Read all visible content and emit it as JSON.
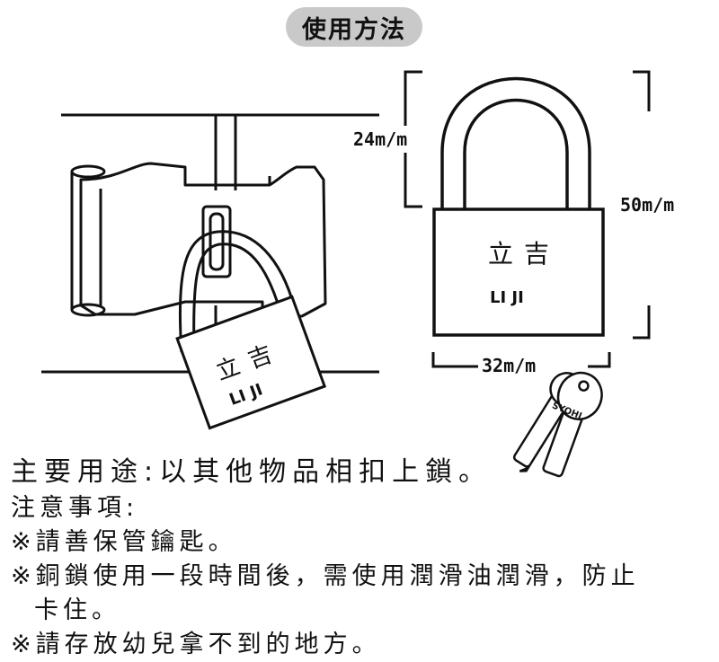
{
  "header": {
    "title": "使用方法"
  },
  "diagram": {
    "lock_brand_cn": "立吉",
    "lock_brand_en": "LI JI",
    "dimensions": {
      "shackle_width": "24m/m",
      "height": "50m/m",
      "body_width": "32m/m"
    },
    "key_text": "SYOHI"
  },
  "instructions": {
    "main_use": "主要用途:以其他物品相扣上鎖。",
    "notes_title": "注意事項:",
    "note1": "※請善保管鑰匙。",
    "note2_line1": "※銅鎖使用一段時間後，需使用潤滑油潤滑，防止",
    "note2_line2": "卡住。",
    "note3": "※請存放幼兒拿不到的地方。"
  }
}
